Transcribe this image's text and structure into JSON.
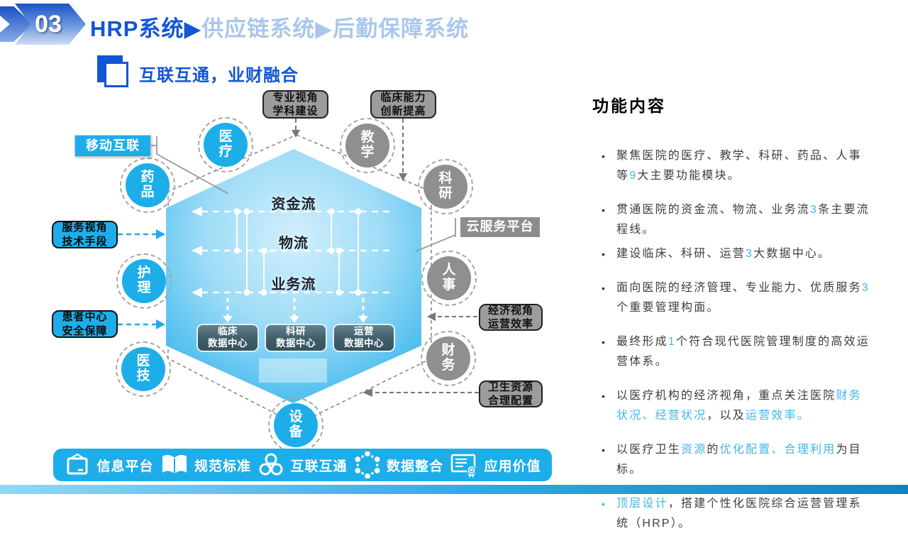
{
  "slide": {
    "badge_number": "03",
    "title": {
      "part1": "HRP系统",
      "sep1": "▶",
      "part2": "供应链系统",
      "sep2": "▶",
      "part3": "后勤保障系统"
    },
    "subtitle": "互联互通，业财融合"
  },
  "diagram": {
    "flows": [
      {
        "label": "资金流"
      },
      {
        "label": "物流"
      },
      {
        "label": "业务流"
      }
    ],
    "data_centers": [
      "临床\n数据中心",
      "科研\n数据中心",
      "运营\n数据中心"
    ],
    "nodes": [
      {
        "label": "医疗",
        "type": "blue"
      },
      {
        "label": "教学",
        "type": "gray"
      },
      {
        "label": "科研",
        "type": "gray"
      },
      {
        "label": "人事",
        "type": "gray"
      },
      {
        "label": "财务",
        "type": "gray"
      },
      {
        "label": "设备",
        "type": "blue"
      },
      {
        "label": "医技",
        "type": "blue"
      },
      {
        "label": "护理",
        "type": "blue"
      },
      {
        "label": "药品",
        "type": "blue"
      }
    ],
    "callouts": {
      "mobile": "移动互联",
      "professional": "专业视角\n学科建设",
      "clinical": "临床能力\n创新提高",
      "cloud": "云服务平台",
      "service": "服务视角\n技术手段",
      "patient": "患者中心\n安全保障",
      "economic": "经济视角\n运营效率",
      "health": "卫生资源\n合理配置"
    }
  },
  "bottom_bar": {
    "items": [
      {
        "icon": "board-icon",
        "label": "信息平台"
      },
      {
        "icon": "book-icon",
        "label": "规范标准"
      },
      {
        "icon": "biohazard-icon",
        "label": "互联互通"
      },
      {
        "icon": "molecule-icon",
        "label": "数据整合"
      },
      {
        "icon": "certificate-icon",
        "label": "应用价值"
      }
    ]
  },
  "right_panel": {
    "heading": "功能内容",
    "bullets": [
      {
        "segments": [
          {
            "t": "聚焦医院的医疗、教学、科研、药品、人事等"
          },
          {
            "t": "9",
            "hl": true
          },
          {
            "t": "大主要功能模块。"
          }
        ]
      },
      {
        "segments": [
          {
            "t": "贯通医院的资金流、物流、业务流"
          },
          {
            "t": "3",
            "hl": true
          },
          {
            "t": "条主要流程线。"
          }
        ]
      },
      {
        "segments": [
          {
            "t": "建设临床、科研、运营"
          },
          {
            "t": "3",
            "hl": true
          },
          {
            "t": "大数据中心。"
          }
        ]
      },
      {
        "segments": [
          {
            "t": "面向医院的经济管理、专业能力、优质服务"
          },
          {
            "t": "3",
            "hl": true
          },
          {
            "t": "个重要管理构面。"
          }
        ]
      },
      {
        "segments": [
          {
            "t": "最终形成"
          },
          {
            "t": "1",
            "hl": true
          },
          {
            "t": "个符合现代医院管理制度的高效运营体系。"
          }
        ]
      },
      {
        "segments": [
          {
            "t": "以医疗机构的经济视角，重点关注医院"
          },
          {
            "t": "财务状况、经营状况",
            "hl": true
          },
          {
            "t": "，以及"
          },
          {
            "t": "运营效率。",
            "hl": true
          }
        ]
      },
      {
        "segments": [
          {
            "t": "以医疗卫生"
          },
          {
            "t": "资源",
            "hl": true
          },
          {
            "t": "的"
          },
          {
            "t": "优化配置、合理利用",
            "hl": true
          },
          {
            "t": "为目标。"
          }
        ]
      },
      {
        "segments": [
          {
            "t": "顶层设计",
            "hl": true
          },
          {
            "t": "，搭建个性化医院综合运营管理系统（HRP）。"
          }
        ],
        "bullet_hl": true
      }
    ]
  },
  "colors": {
    "accent_blue": "#1daee9",
    "title_blue": "#1356d4",
    "title_light_blue": "#a9c7ea",
    "highlight_blue": "#41b6ea",
    "gray_node": "#8f8f8f",
    "datacenter_dark": "#3c5a66"
  }
}
